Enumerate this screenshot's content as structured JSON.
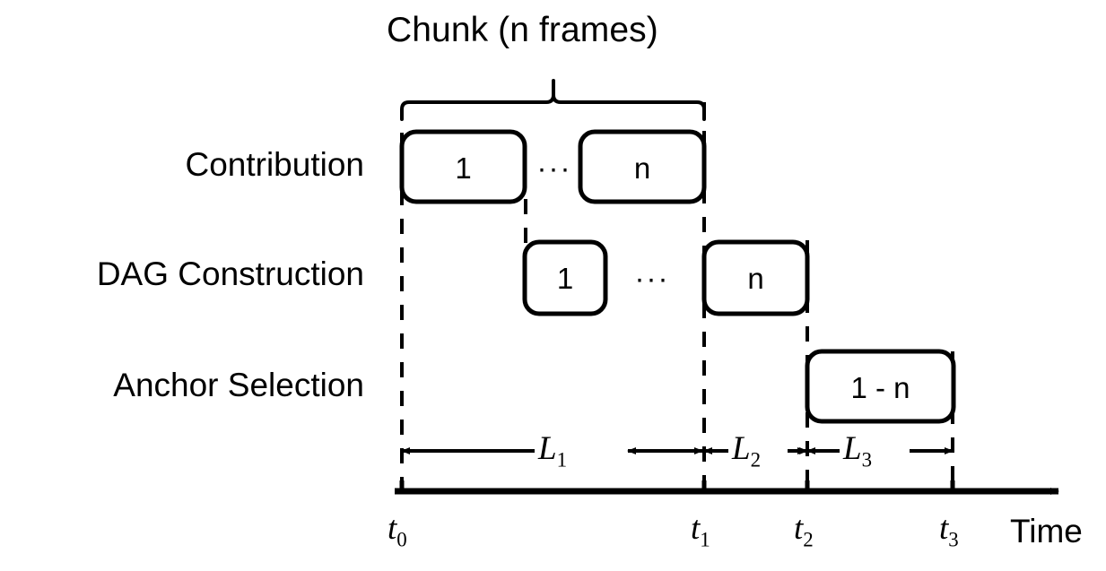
{
  "figure": {
    "title": "Chunk (n frames)",
    "axis_label": "Time",
    "stroke_color": "#000000",
    "background_color": "#ffffff"
  },
  "rows": [
    {
      "label": "Contribution"
    },
    {
      "label": "DAG Construction"
    },
    {
      "label": "Anchor Selection"
    }
  ],
  "boxes": {
    "contribution_first": "1",
    "contribution_ellipsis": "···",
    "contribution_last": "n",
    "dag_first": "1",
    "dag_ellipsis": "···",
    "dag_last": "n",
    "anchor_all": "1 - n"
  },
  "durations": [
    {
      "name": "L",
      "sub": "1"
    },
    {
      "name": "L",
      "sub": "2"
    },
    {
      "name": "L",
      "sub": "3"
    }
  ],
  "ticks": [
    {
      "name": "t",
      "sub": "0"
    },
    {
      "name": "t",
      "sub": "1"
    },
    {
      "name": "t",
      "sub": "2"
    },
    {
      "name": "t",
      "sub": "3"
    }
  ],
  "chart_data": {
    "type": "timeline",
    "title": "Chunk (n frames)",
    "xlabel": "Time",
    "ylabel": "",
    "grid": false,
    "legend": "none",
    "x_ticks": [
      "t0",
      "t1",
      "t2",
      "t3"
    ],
    "x_tick_positions": [
      447,
      785,
      900,
      1062
    ],
    "lanes": [
      {
        "name": "Contribution",
        "tasks": [
          {
            "label": "1",
            "start": "t0",
            "end": "t0+",
            "x0": 447,
            "x1": 585
          },
          {
            "label": "···",
            "x0": 596,
            "x1": 640
          },
          {
            "label": "n",
            "start": "",
            "end": "t1",
            "x0": 647,
            "x1": 785
          }
        ]
      },
      {
        "name": "DAG Construction",
        "tasks": [
          {
            "label": "1",
            "x0": 585,
            "x1": 675
          },
          {
            "label": "···",
            "x0": 705,
            "x1": 749
          },
          {
            "label": "n",
            "start": "t1",
            "end": "t2",
            "x0": 785,
            "x1": 900
          }
        ]
      },
      {
        "name": "Anchor Selection",
        "tasks": [
          {
            "label": "1 - n",
            "start": "t2",
            "end": "t3",
            "x0": 900,
            "x1": 1062
          }
        ]
      }
    ],
    "intervals": [
      {
        "label": "L1",
        "from": "t0",
        "to": "t1"
      },
      {
        "label": "L2",
        "from": "t1",
        "to": "t2"
      },
      {
        "label": "L3",
        "from": "t2",
        "to": "t3"
      }
    ],
    "brace": {
      "label": "Chunk (n frames)",
      "from": "t0",
      "to": "t1"
    }
  }
}
